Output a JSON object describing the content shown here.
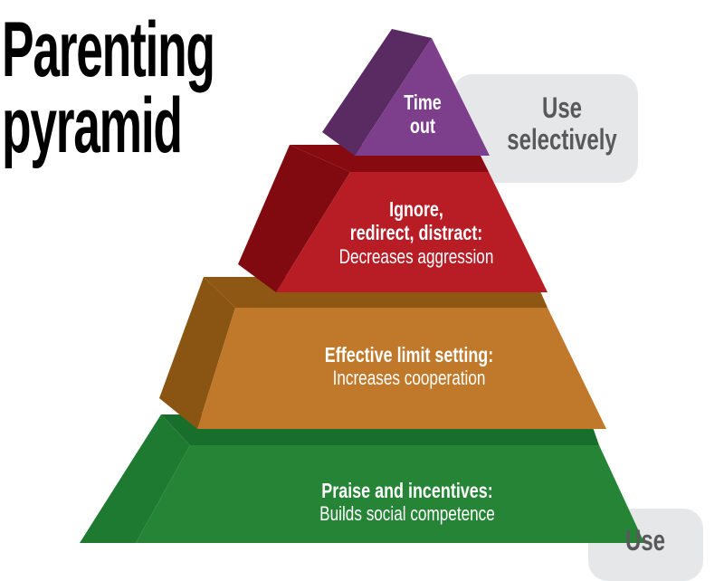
{
  "title": {
    "line1": "Parenting",
    "line2": "pyramid"
  },
  "tiers": [
    {
      "bold": "Time out",
      "bold_lines": [
        "Time",
        "out"
      ],
      "color": "#7d3f8c"
    },
    {
      "bold_lines": [
        "Ignore,",
        "redirect, distract:"
      ],
      "normal": "Decreases aggression",
      "color": "#b81c25"
    },
    {
      "bold": "Effective limit setting:",
      "normal": "Increases cooperation",
      "color": "#c0782a"
    },
    {
      "bold": "Praise and incentives:",
      "normal": "Builds social competence",
      "color": "#268436"
    }
  ],
  "callouts": [
    {
      "lines": [
        "Use",
        "selectively"
      ]
    },
    {
      "lines": [
        "Use"
      ]
    }
  ]
}
